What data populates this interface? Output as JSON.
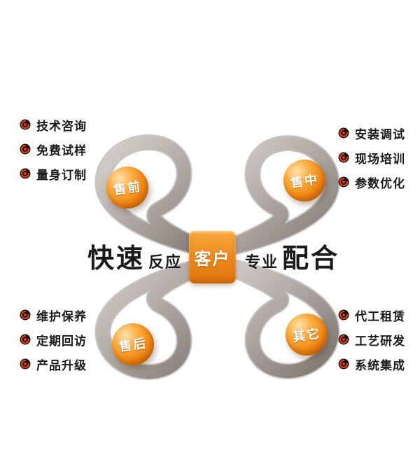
{
  "center": {
    "label": "客户"
  },
  "slogan": {
    "left_strong": "快速",
    "left_light": "反应",
    "right_light": "专业",
    "right_strong": "配合"
  },
  "nodes": {
    "top_left": {
      "label": "售前"
    },
    "top_right": {
      "label": "售中"
    },
    "bottom_left": {
      "label": "售后"
    },
    "bottom_right": {
      "label": "其它"
    }
  },
  "lists": {
    "top_left": {
      "items": [
        "技术咨询",
        "免费试样",
        "量身订制"
      ]
    },
    "top_right": {
      "items": [
        "安装调试",
        "现场培训",
        "参数优化"
      ]
    },
    "bottom_left": {
      "items": [
        "维护保养",
        "定期回访",
        "产品升级"
      ]
    },
    "bottom_right": {
      "items": [
        "代工租赁",
        "工艺研发",
        "系统集成"
      ]
    }
  },
  "icons": {
    "bullet": "spiral-bullet-icon"
  },
  "colors": {
    "orange": "#ef8c1f",
    "orange_dark": "#d96d08",
    "ribbon_silver": "#aaa39e",
    "bullet_red": "#e03a19",
    "bullet_black": "#161616",
    "text": "#1a1a1a"
  }
}
